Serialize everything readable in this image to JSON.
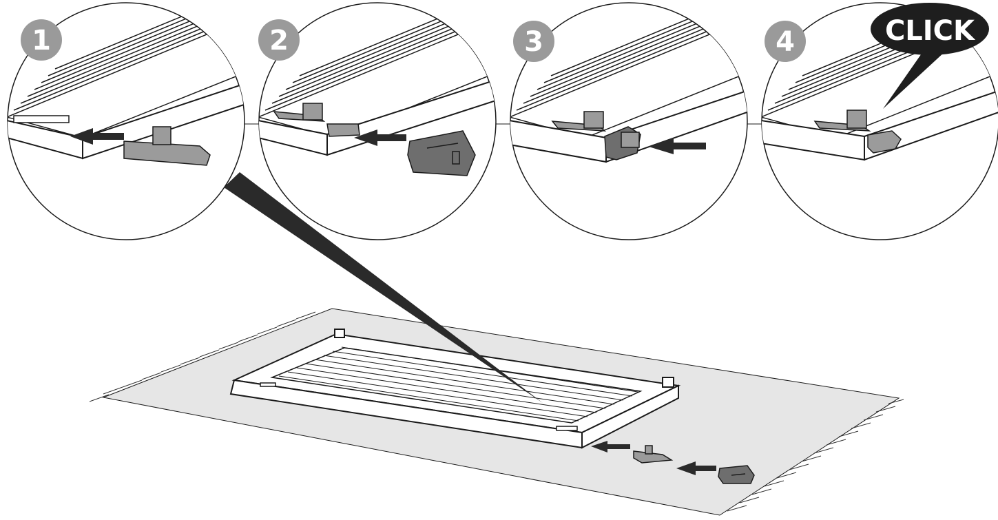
{
  "steps": [
    {
      "number": "1"
    },
    {
      "number": "2"
    },
    {
      "number": "3"
    },
    {
      "number": "4"
    }
  ],
  "callout": {
    "label": "CLICK"
  },
  "colors": {
    "badge": "#9a9a9a",
    "part_dark": "#6e6e6e",
    "part_mid": "#9b9b9b",
    "floor": "#e6e6e6",
    "line": "#1a1a1a",
    "arrow": "#2a2a2a"
  },
  "icons": {
    "arrow": "push-arrow-icon",
    "clip": "slider-clip-icon",
    "end_cap": "end-cap-icon"
  }
}
